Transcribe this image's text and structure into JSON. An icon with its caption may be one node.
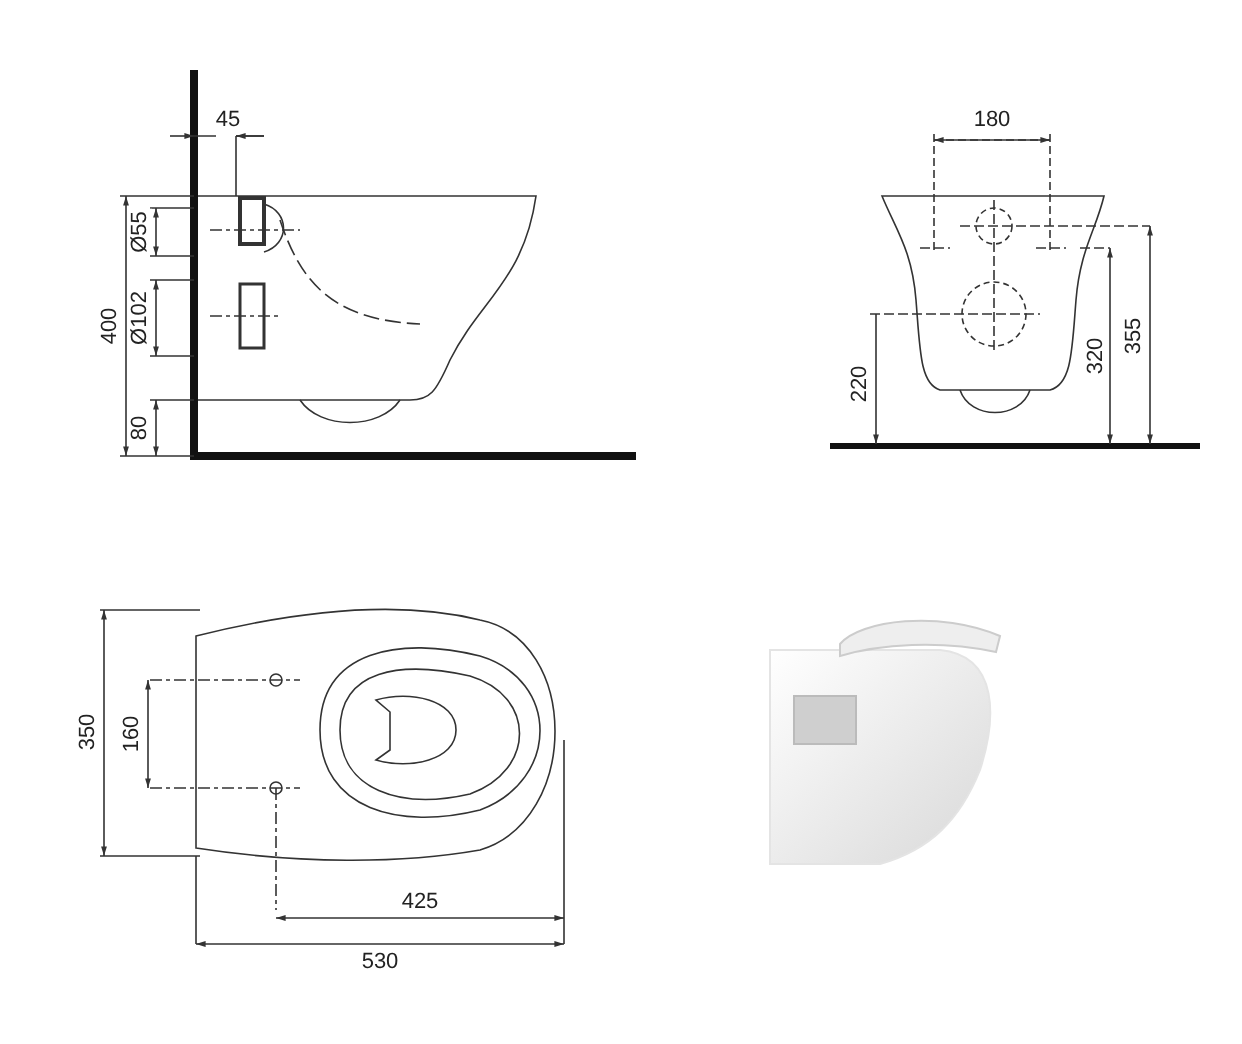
{
  "diagram": {
    "labels": [
      "45",
      "Ø55",
      "400",
      "Ø102",
      "80",
      "180",
      "220",
      "320",
      "355",
      "350",
      "160",
      "425",
      "530"
    ]
  }
}
